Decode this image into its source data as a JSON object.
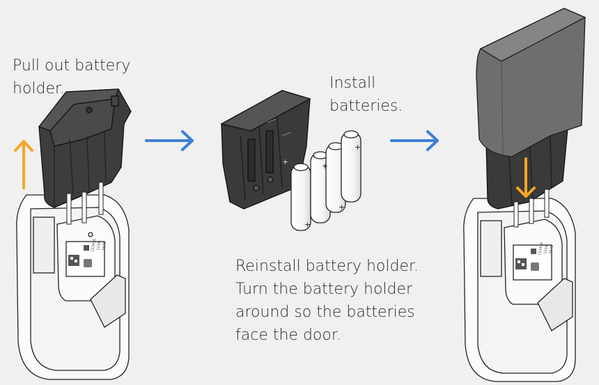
{
  "steps": [
    {
      "caption": [
        "Pull out battery",
        "holder."
      ]
    },
    {
      "caption": [
        "Install",
        "batteries."
      ]
    },
    {
      "caption": [
        "Reinstall battery holder.",
        "Turn the battery holder",
        "around so the batteries",
        "face the door."
      ]
    }
  ],
  "colors": {
    "arrow_blue": "#3d7fd6",
    "arrow_orange": "#f5a623"
  },
  "battery_labels": {
    "plus": "+"
  },
  "lock_labels": {
    "l1": "123456",
    "l2": "1234",
    "l3": "5678"
  }
}
